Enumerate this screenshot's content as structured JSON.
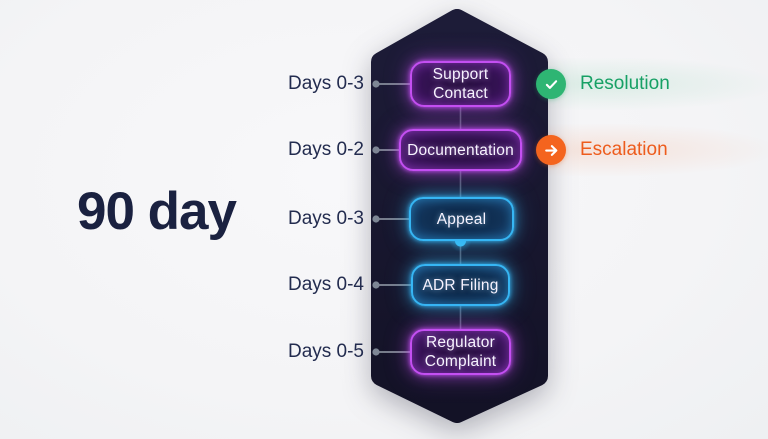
{
  "title": "90 day",
  "timeline": {
    "steps": [
      {
        "days": "Days 0-3",
        "label": "Support Contact",
        "theme": "purple"
      },
      {
        "days": "Days 0-2",
        "label": "Documentation",
        "theme": "purple"
      },
      {
        "days": "Days 0-3",
        "label": "Appeal",
        "theme": "blue"
      },
      {
        "days": "Days 0-4",
        "label": "ADR Filing",
        "theme": "blue"
      },
      {
        "days": "Days 0-5",
        "label": "Regulator Complaint",
        "theme": "purple"
      }
    ],
    "progress_marker_after_step": "Appeal"
  },
  "legend": [
    {
      "label": "Resolution",
      "icon": "check-icon",
      "badge_color": "#2eb573",
      "text_color": "#17a065"
    },
    {
      "label": "Escalation",
      "icon": "arrow-right-icon",
      "badge_color": "#f4641e",
      "text_color": "#ed5c1d"
    }
  ],
  "colors": {
    "background": "#f5f5f7",
    "panel": "#18172f",
    "neon_purple": "#c44ff2",
    "neon_blue": "#36b6f4",
    "box_text": "#f7f3ff",
    "day_label_text": "#232c4f",
    "title_text": "#1a2140",
    "connector_line": "#585d72",
    "leader_line": "#98a0ac",
    "leader_dot": "#7e8795",
    "progress_dot": "#3fc0f6"
  }
}
